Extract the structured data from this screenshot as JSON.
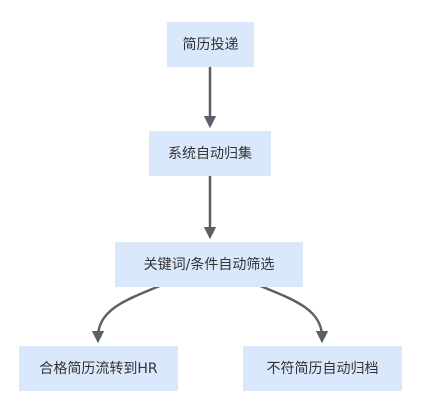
{
  "nodes": {
    "submit": "简历投递",
    "collect": "系统自动归集",
    "screen": "关键词/条件自动筛选",
    "pass": "合格简历流转到HR",
    "reject": "不符简历自动归档"
  },
  "colors": {
    "node_fill": "#dae8fc",
    "edge": "#5b5f66",
    "text": "#333333"
  }
}
